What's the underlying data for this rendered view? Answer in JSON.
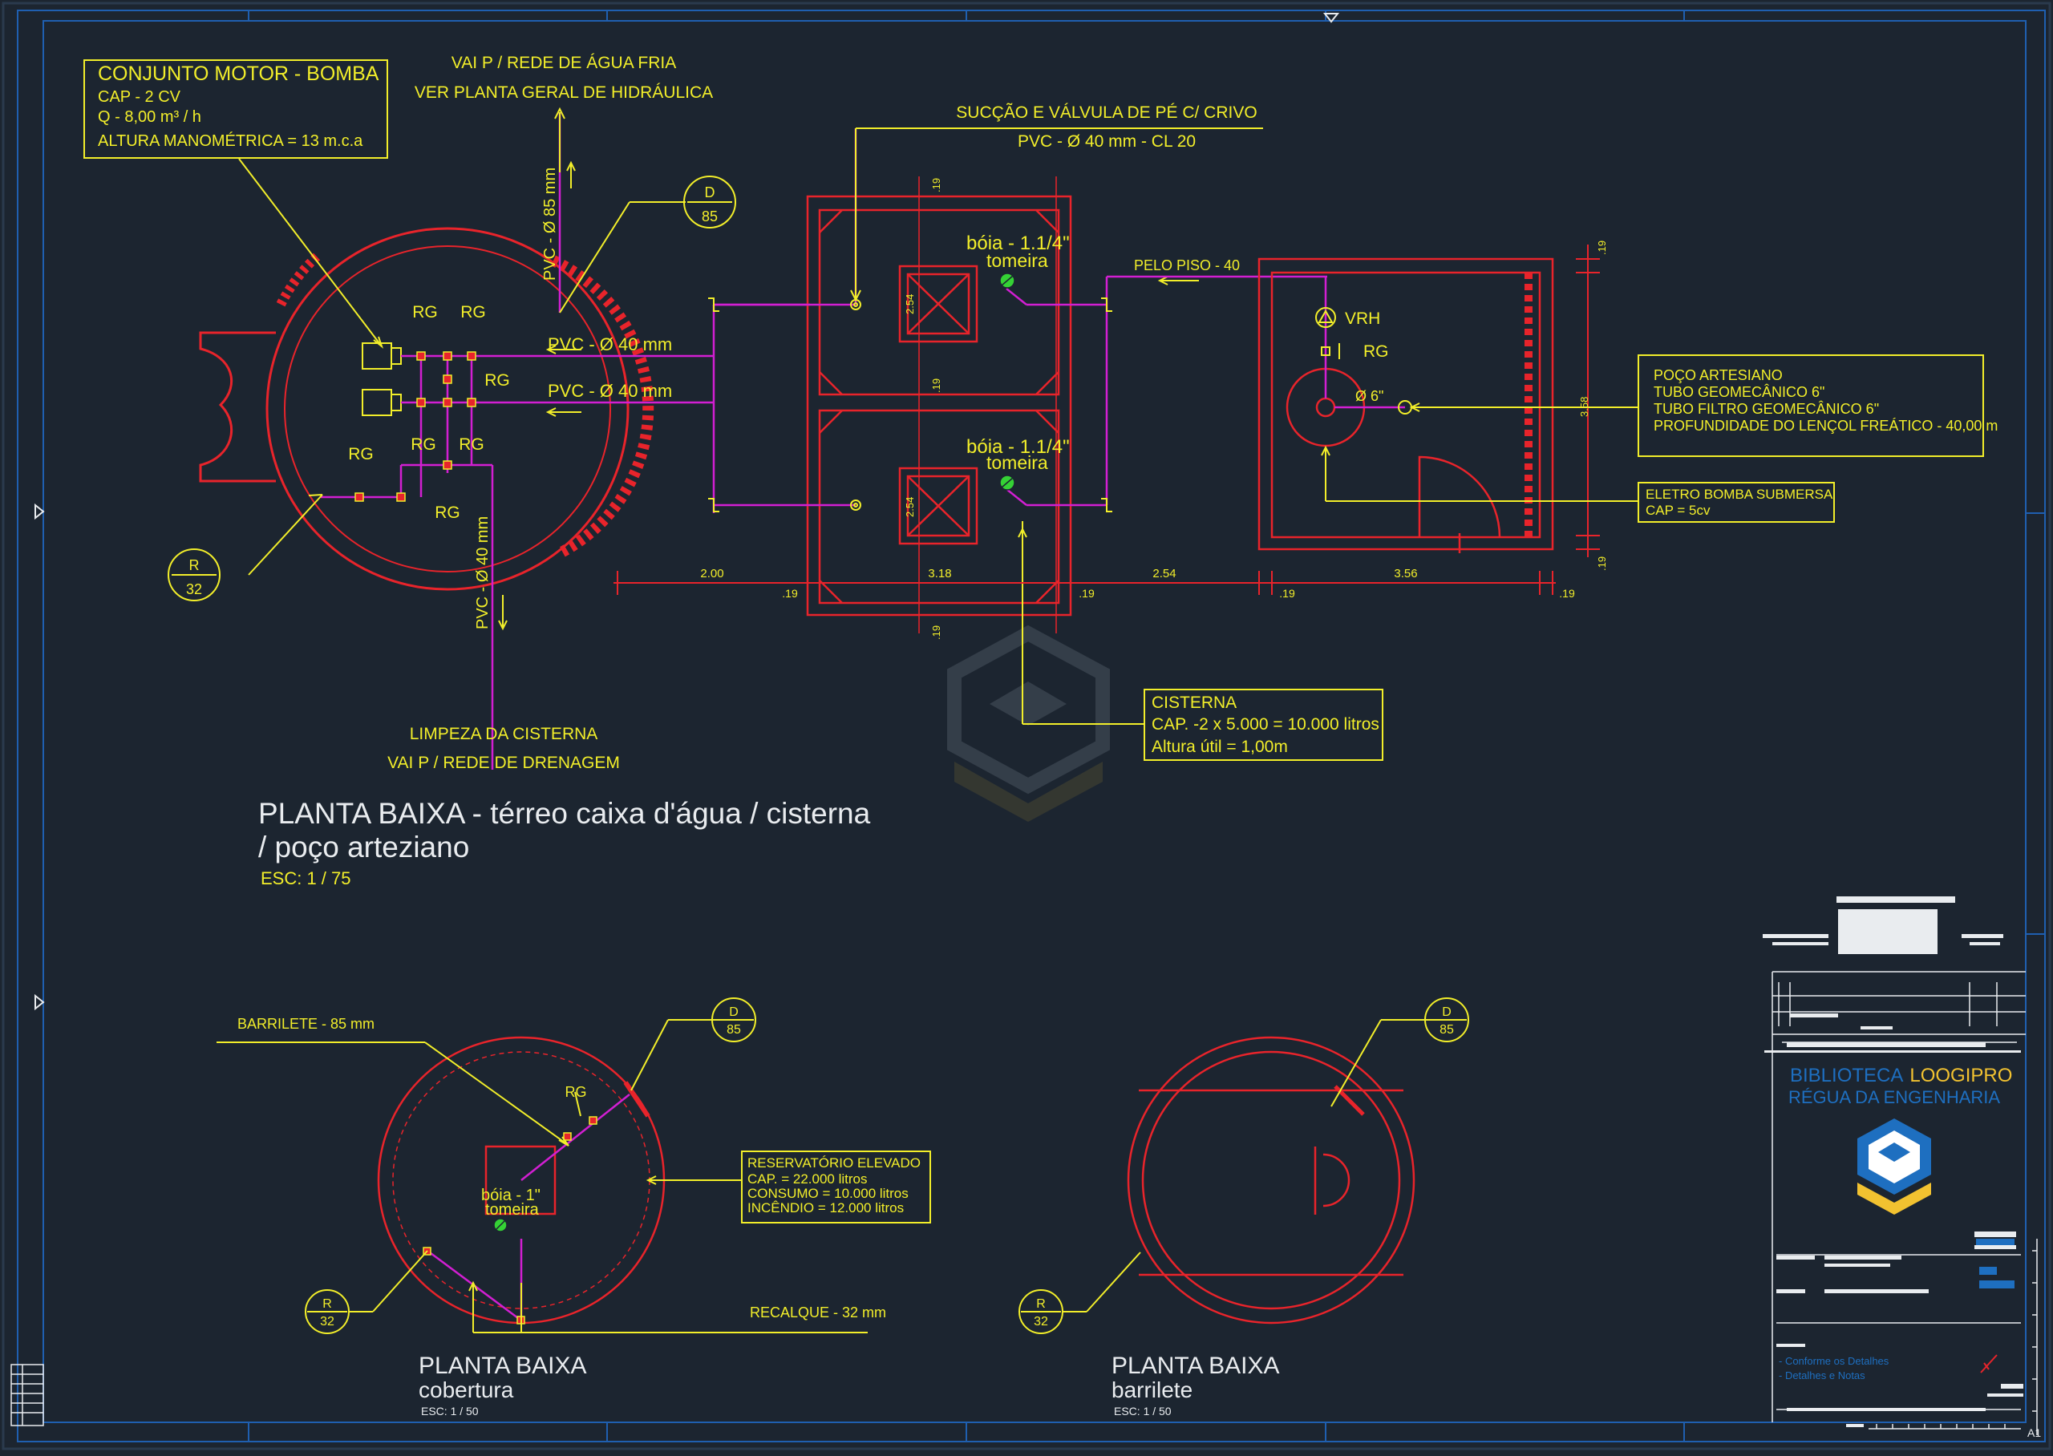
{
  "colors": {
    "background": "#1c2530",
    "frame": "#1f5fb0",
    "wall": "#e8242b",
    "pipe": "#d21fd2",
    "annotation": "#f2ee2a",
    "title_text": "#e9ecef",
    "valve_green": "#35d235",
    "logo_yellow": "#f2c230",
    "logo_blue": "#1e6fc0"
  },
  "motor_pump": {
    "title": "CONJUNTO MOTOR - BOMBA",
    "cap": "CAP - 2 CV",
    "flow": "Q - 8,00 m³ / h",
    "head": "ALTURA MANOMÉTRICA = 13 m.c.a"
  },
  "top_notes": {
    "cold_water_1": "VAI P / REDE DE ÁGUA FRIA",
    "cold_water_2": "VER PLANTA GERAL DE HIDRÁULICA",
    "suction_1": "SUCÇÃO E VÁLVULA DE PÉ C/ CRIVO",
    "suction_2": "PVC - Ø 40 mm  - CL 20",
    "pipe_85": "PVC - Ø 85 mm",
    "pipe_40_down": "PVC - Ø 40 mm",
    "pipe_40_a": "PVC - Ø 40 mm",
    "pipe_40_b": "PVC - Ø 40 mm",
    "cleaning_1": "LIMPEZA DA CISTERNA",
    "cleaning_2": "VAI P / REDE DE DRENAGEM",
    "floor_pipe": "PELO PISO - 40"
  },
  "rg": "RG",
  "markers": {
    "d_letter": "D",
    "d_number": "85",
    "r_letter": "R",
    "r_number": "32"
  },
  "cistern": {
    "float_1": "bóia - 1.1/4\"",
    "float_2": "bóia - 1.1/4\"",
    "tap": "tomeira",
    "label_title": "CISTERNA",
    "label_cap": "CAP. -2 x 5.000 = 10.000 litros",
    "label_height": "Altura útil = 1,00m"
  },
  "dims": {
    "d200": "2.00",
    "d318": "3.18",
    "d254": "2.54",
    "d356": "3.56",
    "d19": ".19",
    "v254": "2.54",
    "v358": "3.58"
  },
  "well": {
    "vrh": "VRH",
    "dia": "Ø 6\"",
    "title": "POÇO ARTESIANO",
    "tube1": "TUBO GEOMECÂNICO 6\"",
    "tube2": "TUBO FILTRO GEOMECÂNICO 6\"",
    "depth": "PROFUNDIDADE DO LENÇOL FREÁTICO - 40,00 m",
    "pump_title": "ELETRO BOMBA SUBMERSA",
    "pump_cap": "CAP = 5cv"
  },
  "main_title": {
    "line1": "PLANTA BAIXA - térreo caixa d'água / cisterna",
    "line2": "/ poço arteziano",
    "scale": "ESC: 1 / 75"
  },
  "roof_plan": {
    "barrilete": "BARRILETE - 85 mm",
    "float": "bóia - 1\"",
    "tap": "tomeira",
    "res_title": "RESERVATÓRIO ELEVADO",
    "res_cap": "CAP.  = 22.000 litros",
    "res_consumo": "CONSUMO  = 10.000 litros",
    "res_incendio": "INCÊNDIO  = 12.000 litros",
    "recalque": "RECALQUE - 32 mm",
    "title": "PLANTA BAIXA",
    "subtitle": "cobertura",
    "scale": "ESC: 1 / 50"
  },
  "barrilete_plan": {
    "title": "PLANTA BAIXA",
    "subtitle": "barrilete",
    "scale": "ESC: 1 / 50"
  },
  "title_block": {
    "brand_1a": "BIBLIOTECA",
    "brand_1b": "LOOGIPRO",
    "brand_2": "RÉGUA DA ENGENHARIA",
    "note_1": "- Conforme os Detalhes",
    "note_2": "- Detalhes e Notas",
    "sheet": "A1"
  }
}
